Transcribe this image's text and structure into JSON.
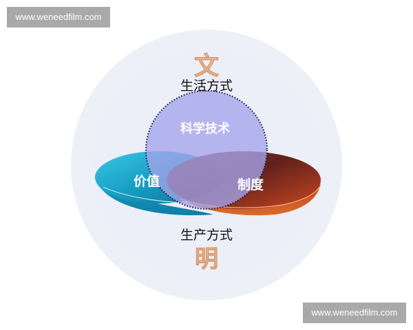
{
  "watermarks": {
    "top_left": "www.weneedfilm.com",
    "bottom_right": "www.weneedfilm.com"
  },
  "diagram": {
    "title_top_char": "文",
    "title_bottom_char": "明",
    "top_label": "生活方式",
    "bottom_label": "生产方式",
    "circle_label": "科学技术",
    "left_dish_label": "价值",
    "right_dish_label": "制度",
    "colors": {
      "background_circle": "#eef0f8",
      "science_circle": "#a8a8ec",
      "value_dish": "#1fa8cc",
      "system_dish": "#b8341a",
      "title_char": "#f3c9a6"
    }
  }
}
